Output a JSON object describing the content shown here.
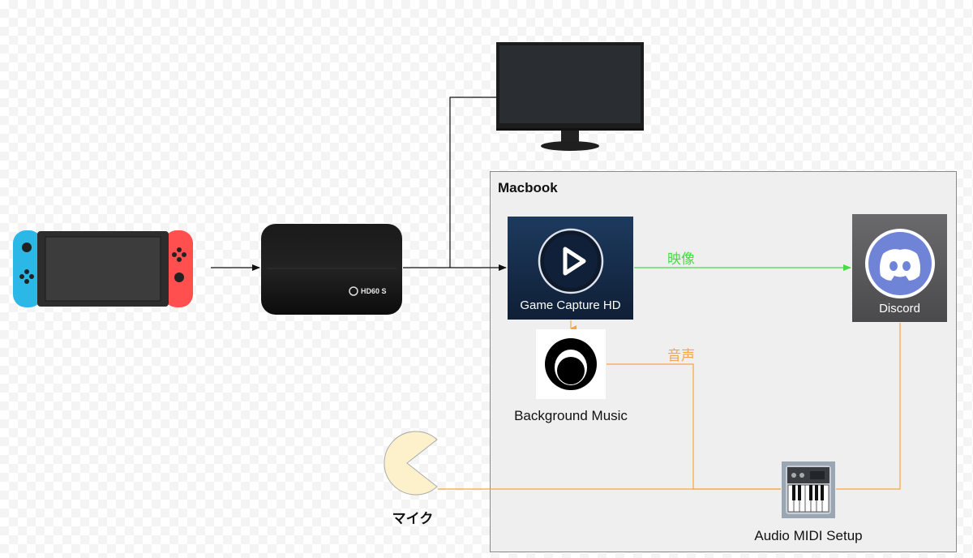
{
  "diagram": {
    "container": {
      "title": "Macbook"
    },
    "nodes": {
      "switch": {
        "icon": "nintendo-switch-icon"
      },
      "capture_card": {
        "icon": "capture-card-icon",
        "printed_text": "HD60 S"
      },
      "monitor": {
        "icon": "monitor-icon"
      },
      "game_capture": {
        "icon": "play-icon",
        "label": "Game Capture HD"
      },
      "discord": {
        "icon": "discord-icon",
        "label": "Discord"
      },
      "background_music": {
        "icon": "background-music-icon",
        "label": "Background Music"
      },
      "mic": {
        "icon": "mic-pacman-icon",
        "label": "マイク"
      },
      "audio_midi": {
        "icon": "piano-keyboard-icon",
        "label": "Audio MIDI Setup"
      }
    },
    "edges": {
      "video": {
        "label": "映像",
        "color": "#44dd44"
      },
      "audio": {
        "label": "音声",
        "color": "#f5a548"
      }
    },
    "colors": {
      "connector": "#111111",
      "container_fill": "#efefef",
      "joycon_left": "#2bb8e6",
      "joycon_right": "#ff4f4f",
      "mic_fill": "#fdf1cc"
    }
  }
}
